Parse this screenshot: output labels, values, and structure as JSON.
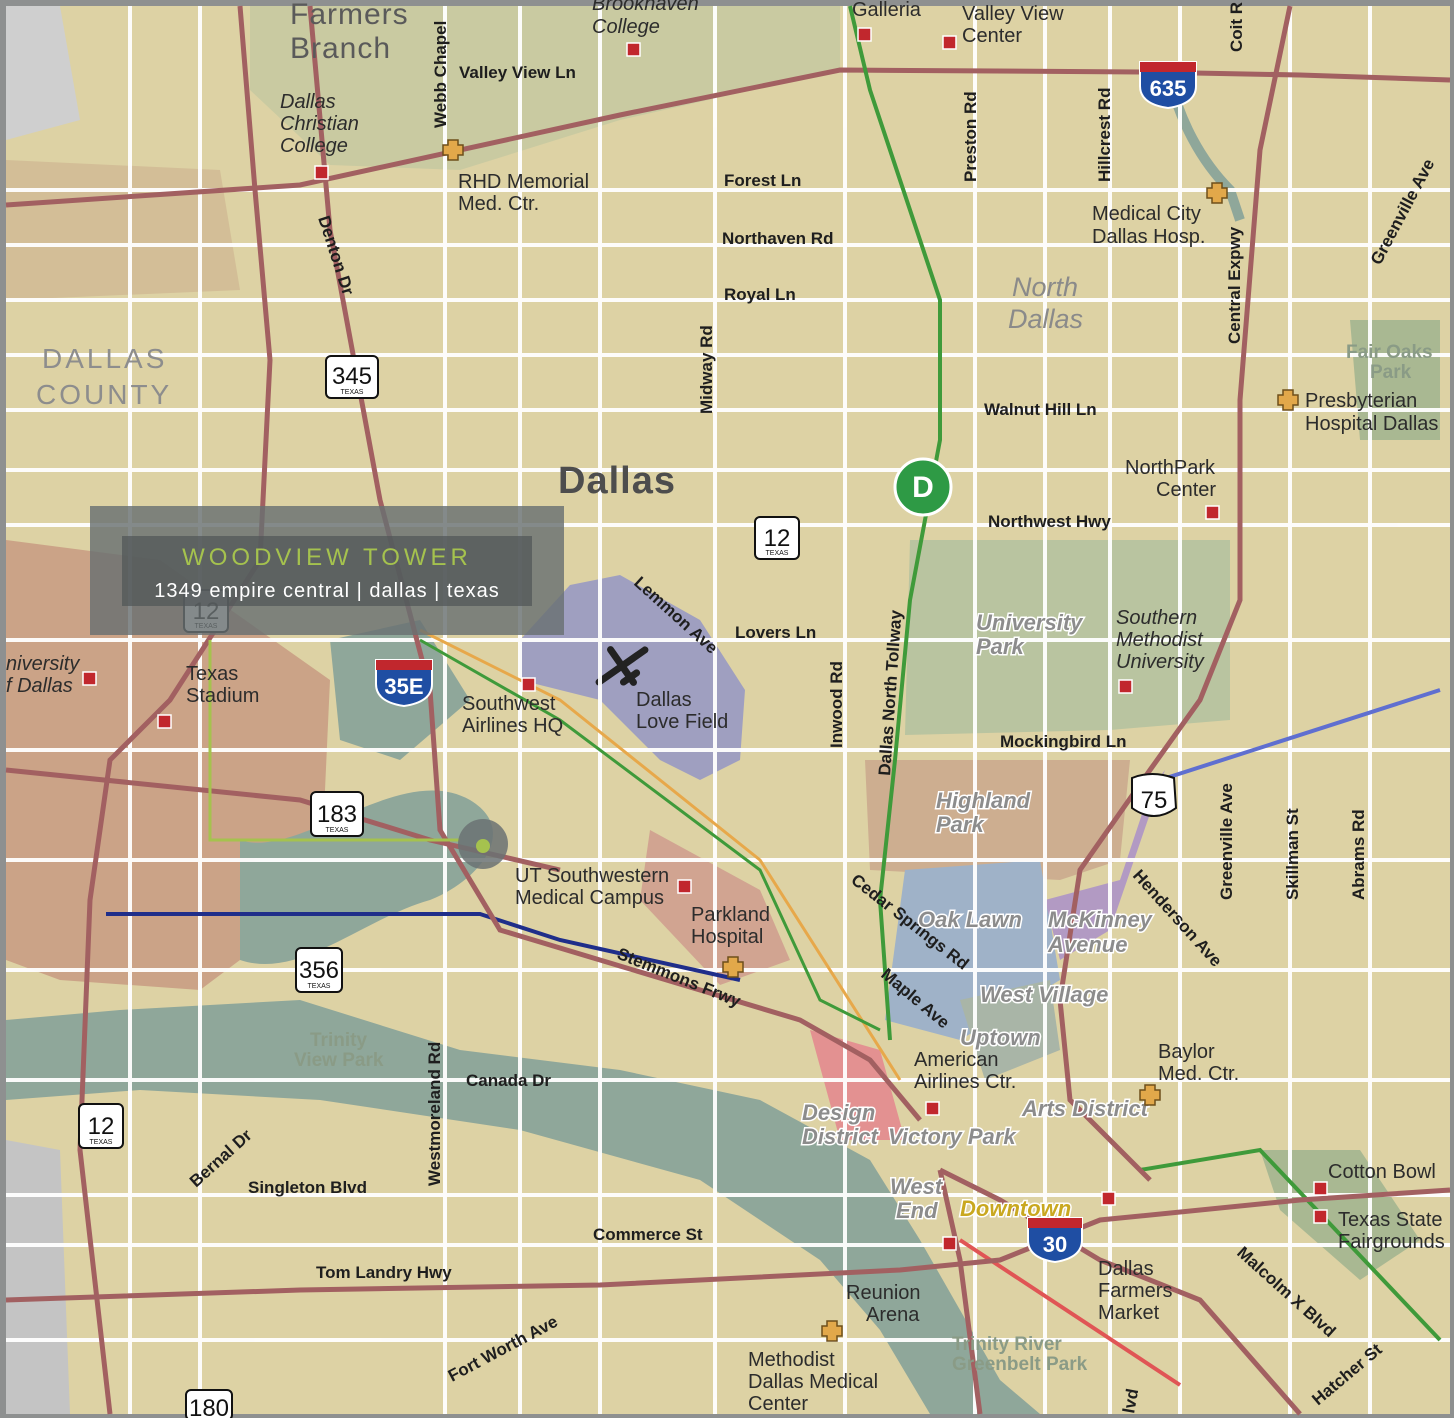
{
  "callout": {
    "title": "WOODVIEW TOWER",
    "subtitle": "1349 empire central | dallas | texas"
  },
  "places": {
    "dallas": "Dallas",
    "farmers_branch": [
      "Farmers",
      "Branch"
    ],
    "dallas_county": [
      "DALLAS",
      "COUNTY"
    ],
    "north_dallas": [
      "North",
      "Dallas"
    ]
  },
  "streets": {
    "valley_view_ln": "Valley View Ln",
    "webb_chapel": "Webb Chapel",
    "denton_dr": "Denton Dr",
    "forest_ln": "Forest Ln",
    "northaven_rd": "Northaven Rd",
    "royal_ln": "Royal Ln",
    "midway_rd": "Midway Rd",
    "preston_rd": "Preston Rd",
    "hillcrest_rd": "Hillcrest Rd",
    "coit_rd": "Coit R",
    "central_expwy": "Central Expwy",
    "greenville_ave_n": "Greenville Ave",
    "walnut_hill_ln": "Walnut Hill Ln",
    "northwest_hwy": "Northwest Hwy",
    "lemmon_ave": "Lemmon Ave",
    "lovers_ln": "Lovers Ln",
    "inwood_rd": "Inwood Rd",
    "dallas_north_tollway": "Dallas North Tollway",
    "mockingbird_ln": "Mockingbird Ln",
    "greenville_ave_s": "Greenville Ave",
    "skillman_st": "Skillman St",
    "abrams_rd": "Abrams Rd",
    "henderson_ave": "Henderson Ave",
    "cedar_springs_rd": "Cedar Springs Rd",
    "maple_ave": "Maple Ave",
    "stemmons_frwy": "Stemmons Frwy",
    "canada_dr": "Canada Dr",
    "westmoreland_rd": "Westmoreland Rd",
    "bernal_dr": "Bernal Dr",
    "singleton_blvd": "Singleton Blvd",
    "commerce_st": "Commerce St",
    "tom_landry_hwy": "Tom Landry Hwy",
    "fort_worth_ave": "Fort Worth Ave",
    "malcolm_x_blvd": "Malcolm X Blvd",
    "hatcher_st": "Hatcher St",
    "blvd_partial": "lvd"
  },
  "pois": {
    "brookhaven_college": [
      "Brookhaven",
      "College"
    ],
    "galleria": "Galleria",
    "valley_view_center": [
      "Valley View",
      "Center"
    ],
    "dallas_christian_college": [
      "Dallas",
      "Christian",
      "College"
    ],
    "rhd_memorial": [
      "RHD Memorial",
      "Med. Ctr."
    ],
    "medical_city": [
      "Medical City",
      "Dallas Hosp."
    ],
    "fair_oaks_park": [
      "Fair Oaks",
      "Park"
    ],
    "presbyterian_hospital": [
      "Presbyterian",
      "Hospital Dallas"
    ],
    "northpark_center": [
      "NorthPark",
      "Center"
    ],
    "university_of_dallas": [
      "niversity",
      "f Dallas"
    ],
    "texas_stadium": [
      "Texas",
      "Stadium"
    ],
    "southwest_airlines_hq": [
      "Southwest",
      "Airlines HQ"
    ],
    "dallas_love_field": [
      "Dallas",
      "Love Field"
    ],
    "university_park": [
      "University",
      "Park"
    ],
    "smu": [
      "Southern",
      "Methodist",
      "University"
    ],
    "highland_park": [
      "Highland",
      "Park"
    ],
    "ut_southwestern": [
      "UT Southwestern",
      "Medical Campus"
    ],
    "parkland_hospital": [
      "Parkland",
      "Hospital"
    ],
    "oak_lawn": "Oak Lawn",
    "mckinney_avenue": [
      "McKinney",
      "Avenue"
    ],
    "west_village": "West Village",
    "uptown": "Uptown",
    "trinity_view_park": [
      "Trinity",
      "View Park"
    ],
    "american_airlines_ctr": [
      "American",
      "Airlines Ctr."
    ],
    "baylor_med_ctr": [
      "Baylor",
      "Med. Ctr."
    ],
    "arts_district": "Arts District",
    "design_district": [
      "Design",
      "District"
    ],
    "victory_park": "Victory Park",
    "cotton_bowl": "Cotton Bowl",
    "texas_state_fairgrounds": [
      "Texas State",
      "Fairgrounds"
    ],
    "west_end": [
      "West",
      "End"
    ],
    "downtown": "Downtown",
    "dallas_farmers_market": [
      "Dallas",
      "Farmers",
      "Market"
    ],
    "reunion_arena": [
      "Reunion",
      "Arena"
    ],
    "trinity_river_greenbelt": [
      "Trinity River",
      "Greenbelt Park"
    ],
    "methodist_dallas": [
      "Methodist",
      "Dallas Medical",
      "Center"
    ]
  },
  "shields": {
    "i635": "635",
    "i35e": "35E",
    "i30": "30",
    "us75": "75",
    "tx345": "345",
    "tx12_north": "12",
    "tx12_mid": "12",
    "tx12_south": "12",
    "tx183": "183",
    "tx356": "356",
    "tx180": "180",
    "texas_small": "TEXAS"
  },
  "colors": {
    "land": "#ddd2a4",
    "water": "#8fa79a",
    "park": "#a9b892",
    "road": "#ffffff",
    "highway": "#a26061",
    "tollway": "#3f9a3a",
    "callout_title": "#a5c24e",
    "marker": "#a5c24e"
  }
}
